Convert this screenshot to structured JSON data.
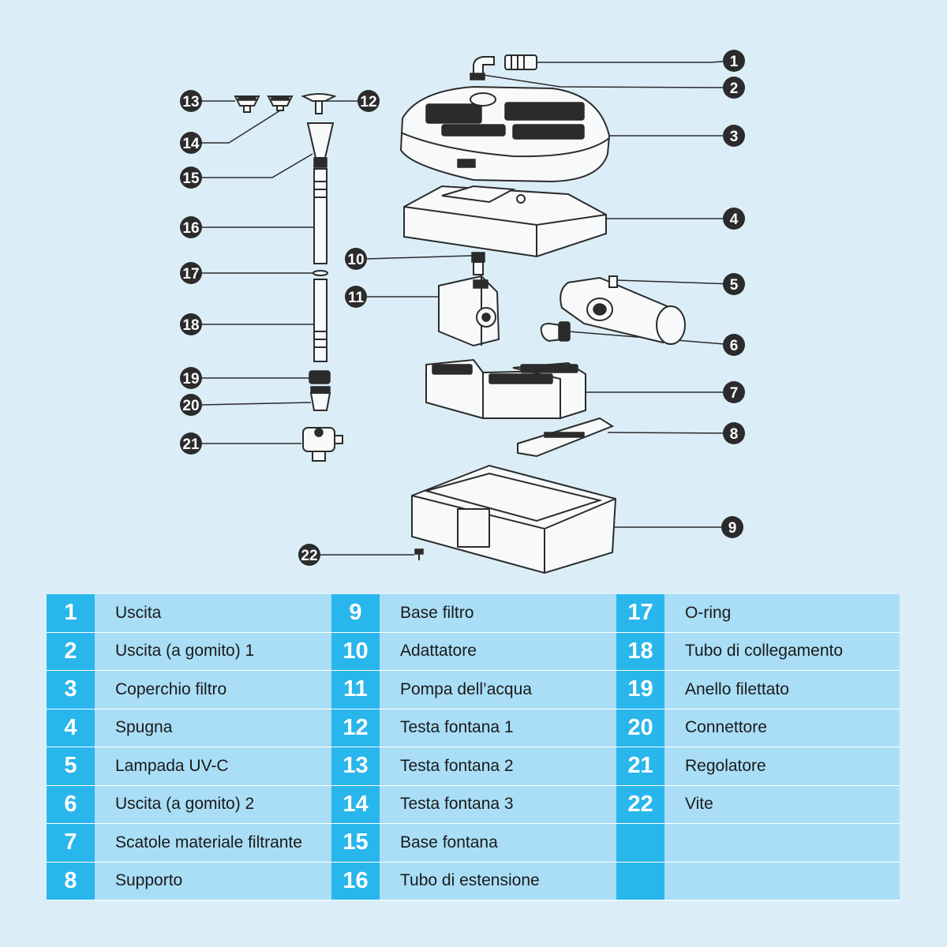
{
  "colors": {
    "background": "#dbeef8",
    "number_cell": "#29b6ec",
    "label_cell": "#a9def6",
    "callout": "#2b2b2b"
  },
  "callouts": [
    "1",
    "2",
    "3",
    "4",
    "5",
    "6",
    "7",
    "8",
    "9",
    "10",
    "11",
    "12",
    "13",
    "14",
    "15",
    "16",
    "17",
    "18",
    "19",
    "20",
    "21",
    "22"
  ],
  "legend": {
    "columns": [
      [
        {
          "num": "1",
          "label": "Uscita"
        },
        {
          "num": "2",
          "label": "Uscita (a gomito) 1"
        },
        {
          "num": "3",
          "label": "Coperchio filtro"
        },
        {
          "num": "4",
          "label": "Spugna"
        },
        {
          "num": "5",
          "label": "Lampada UV-C"
        },
        {
          "num": "6",
          "label": "Uscita (a gomito) 2"
        },
        {
          "num": "7",
          "label": "Scatole materiale filtrante"
        },
        {
          "num": "8",
          "label": "Supporto"
        }
      ],
      [
        {
          "num": "9",
          "label": "Base filtro"
        },
        {
          "num": "10",
          "label": "Adattatore"
        },
        {
          "num": "11",
          "label": "Pompa dell’acqua"
        },
        {
          "num": "12",
          "label": "Testa fontana 1"
        },
        {
          "num": "13",
          "label": "Testa fontana 2"
        },
        {
          "num": "14",
          "label": "Testa fontana 3"
        },
        {
          "num": "15",
          "label": "Base fontana"
        },
        {
          "num": "16",
          "label": "Tubo di estensione"
        }
      ],
      [
        {
          "num": "17",
          "label": "O-ring"
        },
        {
          "num": "18",
          "label": "Tubo di collegamento"
        },
        {
          "num": "19",
          "label": "Anello filettato"
        },
        {
          "num": "20",
          "label": "Connettore"
        },
        {
          "num": "21",
          "label": "Regolatore"
        },
        {
          "num": "22",
          "label": "Vite"
        },
        {
          "num": "",
          "label": ""
        },
        {
          "num": "",
          "label": ""
        }
      ]
    ]
  }
}
